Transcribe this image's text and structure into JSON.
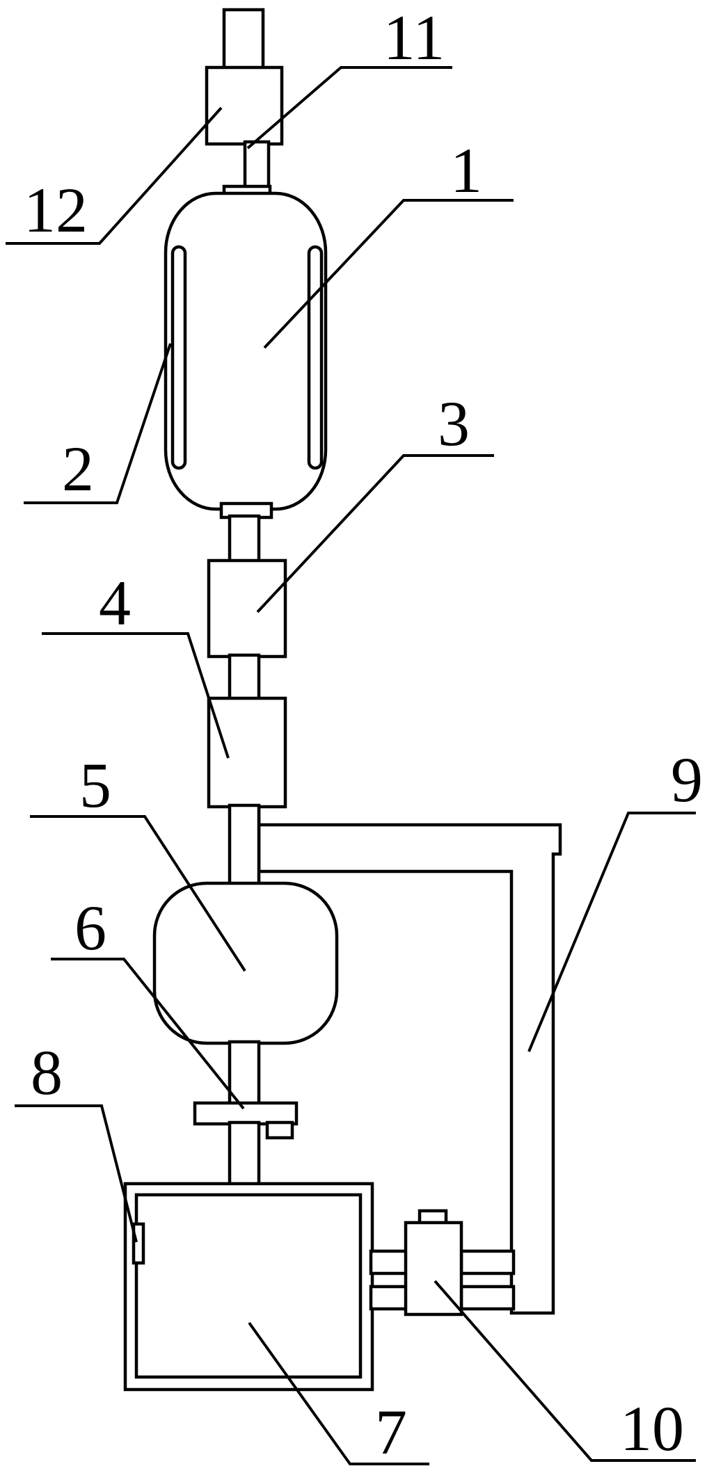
{
  "diagram": {
    "background": "#ffffff",
    "stroke_color": "#000000",
    "labels": {
      "l1": "1",
      "l2": "2",
      "l3": "3",
      "l4": "4",
      "l5": "5",
      "l6": "6",
      "l7": "7",
      "l8": "8",
      "l9": "9",
      "l10": "10",
      "l11": "11",
      "l12": "12"
    }
  }
}
